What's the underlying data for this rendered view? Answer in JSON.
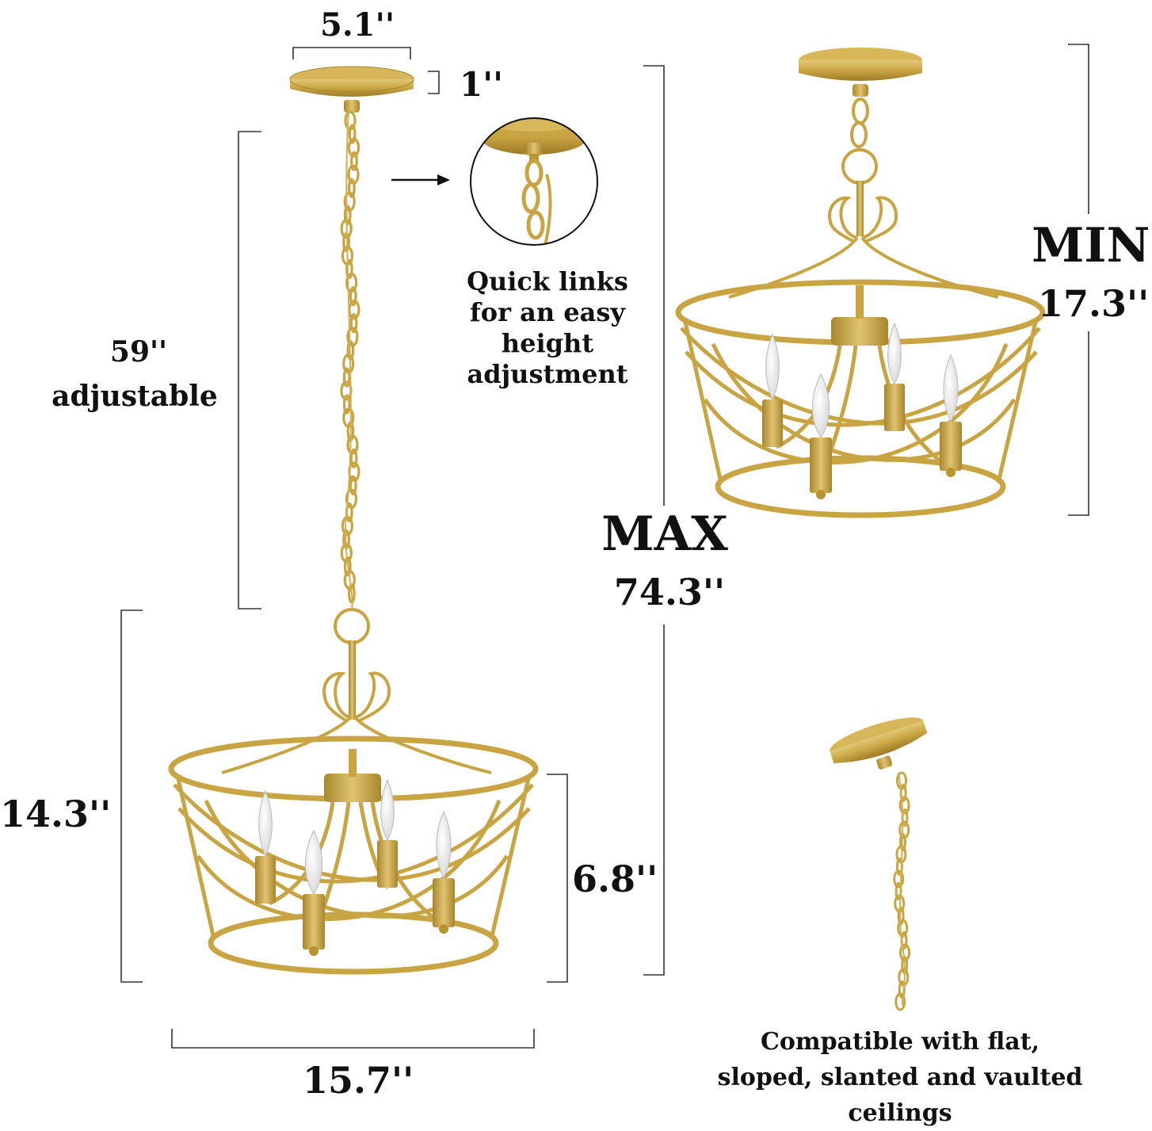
{
  "dimensions": {
    "canopy_width": "5.1''",
    "canopy_height": "1''",
    "chain_length_value": "59''",
    "chain_length_label": "adjustable",
    "fixture_height": "14.3''",
    "shade_height": "6.8''",
    "shade_width": "15.7''",
    "max_label": "MAX",
    "max_value": "74.3''",
    "min_label": "MIN",
    "min_value": "17.3''"
  },
  "callouts": {
    "quick_links": [
      "Quick links",
      "for an easy",
      "height",
      "adjustment"
    ],
    "ceiling_compat": [
      "Compatible with flat,",
      "sloped, slanted and vaulted ceilings"
    ]
  },
  "colors": {
    "gold": "#c9a443",
    "gold_dark": "#9c7b26",
    "gold_light": "#e3c877",
    "ink": "#111111",
    "line": "#333333"
  }
}
